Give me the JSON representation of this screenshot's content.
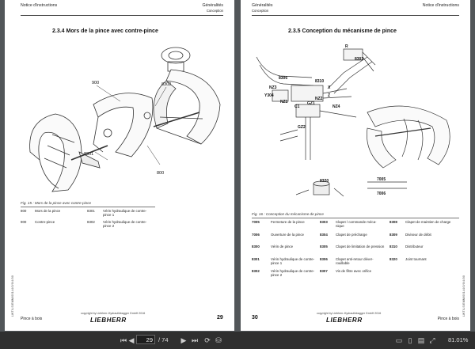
{
  "left_page": {
    "header_left": "Notice d'instructions",
    "header_right": "Généralités",
    "header_sub": "Conception",
    "section_title": "2.3.4   Mors de la pince avec contre-pince",
    "callouts": [
      "900",
      "8302",
      "8301",
      "800"
    ],
    "caption": "Fig. 15 : Mors de la pince avec contre-pince",
    "legend": [
      {
        "num": "800",
        "text": "Mors de la pince",
        "num2": "8301",
        "text2": "Vérin hydraulique de contre-pince 1"
      },
      {
        "num": "900",
        "text": "Contre-pince",
        "num2": "8302",
        "text2": "Vérin hydraulique de contre-pince 2"
      }
    ],
    "side_code": "LWT/LS/EMM/00144/0/0/4/00",
    "footer_left": "Pince à bois",
    "copyright": "copyright by Liebherr-Hydraulikbagger GmbH 2016",
    "brand": "LIEBHERR",
    "page_number": "29"
  },
  "right_page": {
    "header_left": "Généralités",
    "header_right": "Notice d'instructions",
    "header_sub": "Conception",
    "section_title": "2.3.5   Conception du mécanisme de pince",
    "callouts": [
      "R",
      "8303",
      "8306",
      "8310",
      "X",
      "Z",
      "NZ3",
      "Y304",
      "NZ2",
      "NZ4",
      "NZ1",
      "C1",
      "GZ1",
      "GZ2",
      "8320",
      "7005",
      "7006"
    ],
    "caption": "Fig. 16 : Conception du mécanisme de pince",
    "legend": [
      {
        "a": "7005",
        "at": "Fermeture de la pince",
        "b": "8303",
        "bt": "Clapet / commande méca-nique",
        "c": "8308",
        "ct": "Clapet de maintien de charge"
      },
      {
        "a": "7006",
        "at": "Ouverture de la pince",
        "b": "8304",
        "bt": "Clapet de précharge",
        "c": "8309",
        "ct": "Diviseur de débit"
      },
      {
        "a": "8300",
        "at": "Vérin de pince",
        "b": "8305",
        "bt": "Clapet de limitation de pression",
        "c": "8310",
        "ct": "Distributeur"
      },
      {
        "a": "8301",
        "at": "Vérin hydraulique de contre-pince 1",
        "b": "8306",
        "bt": "Clapet anti-retour déver-rouillable",
        "c": "8320",
        "ct": "Joint tournant"
      },
      {
        "a": "8302",
        "at": "Vérin hydraulique de contre-pince 2",
        "b": "8307",
        "bt": "Vis de filtre avec orifice",
        "c": "",
        "ct": ""
      }
    ],
    "side_code": "LWT/LS/EMM/00144/0/0/4/00",
    "footer_right": "Pince à bois",
    "copyright": "copyright by Liebherr-Hydraulikbagger GmbH 2016",
    "brand": "LIEBHERR",
    "page_number": "30"
  },
  "toolbar": {
    "current_page": "29",
    "total_pages": "/ 74",
    "zoom": "81.01%"
  }
}
